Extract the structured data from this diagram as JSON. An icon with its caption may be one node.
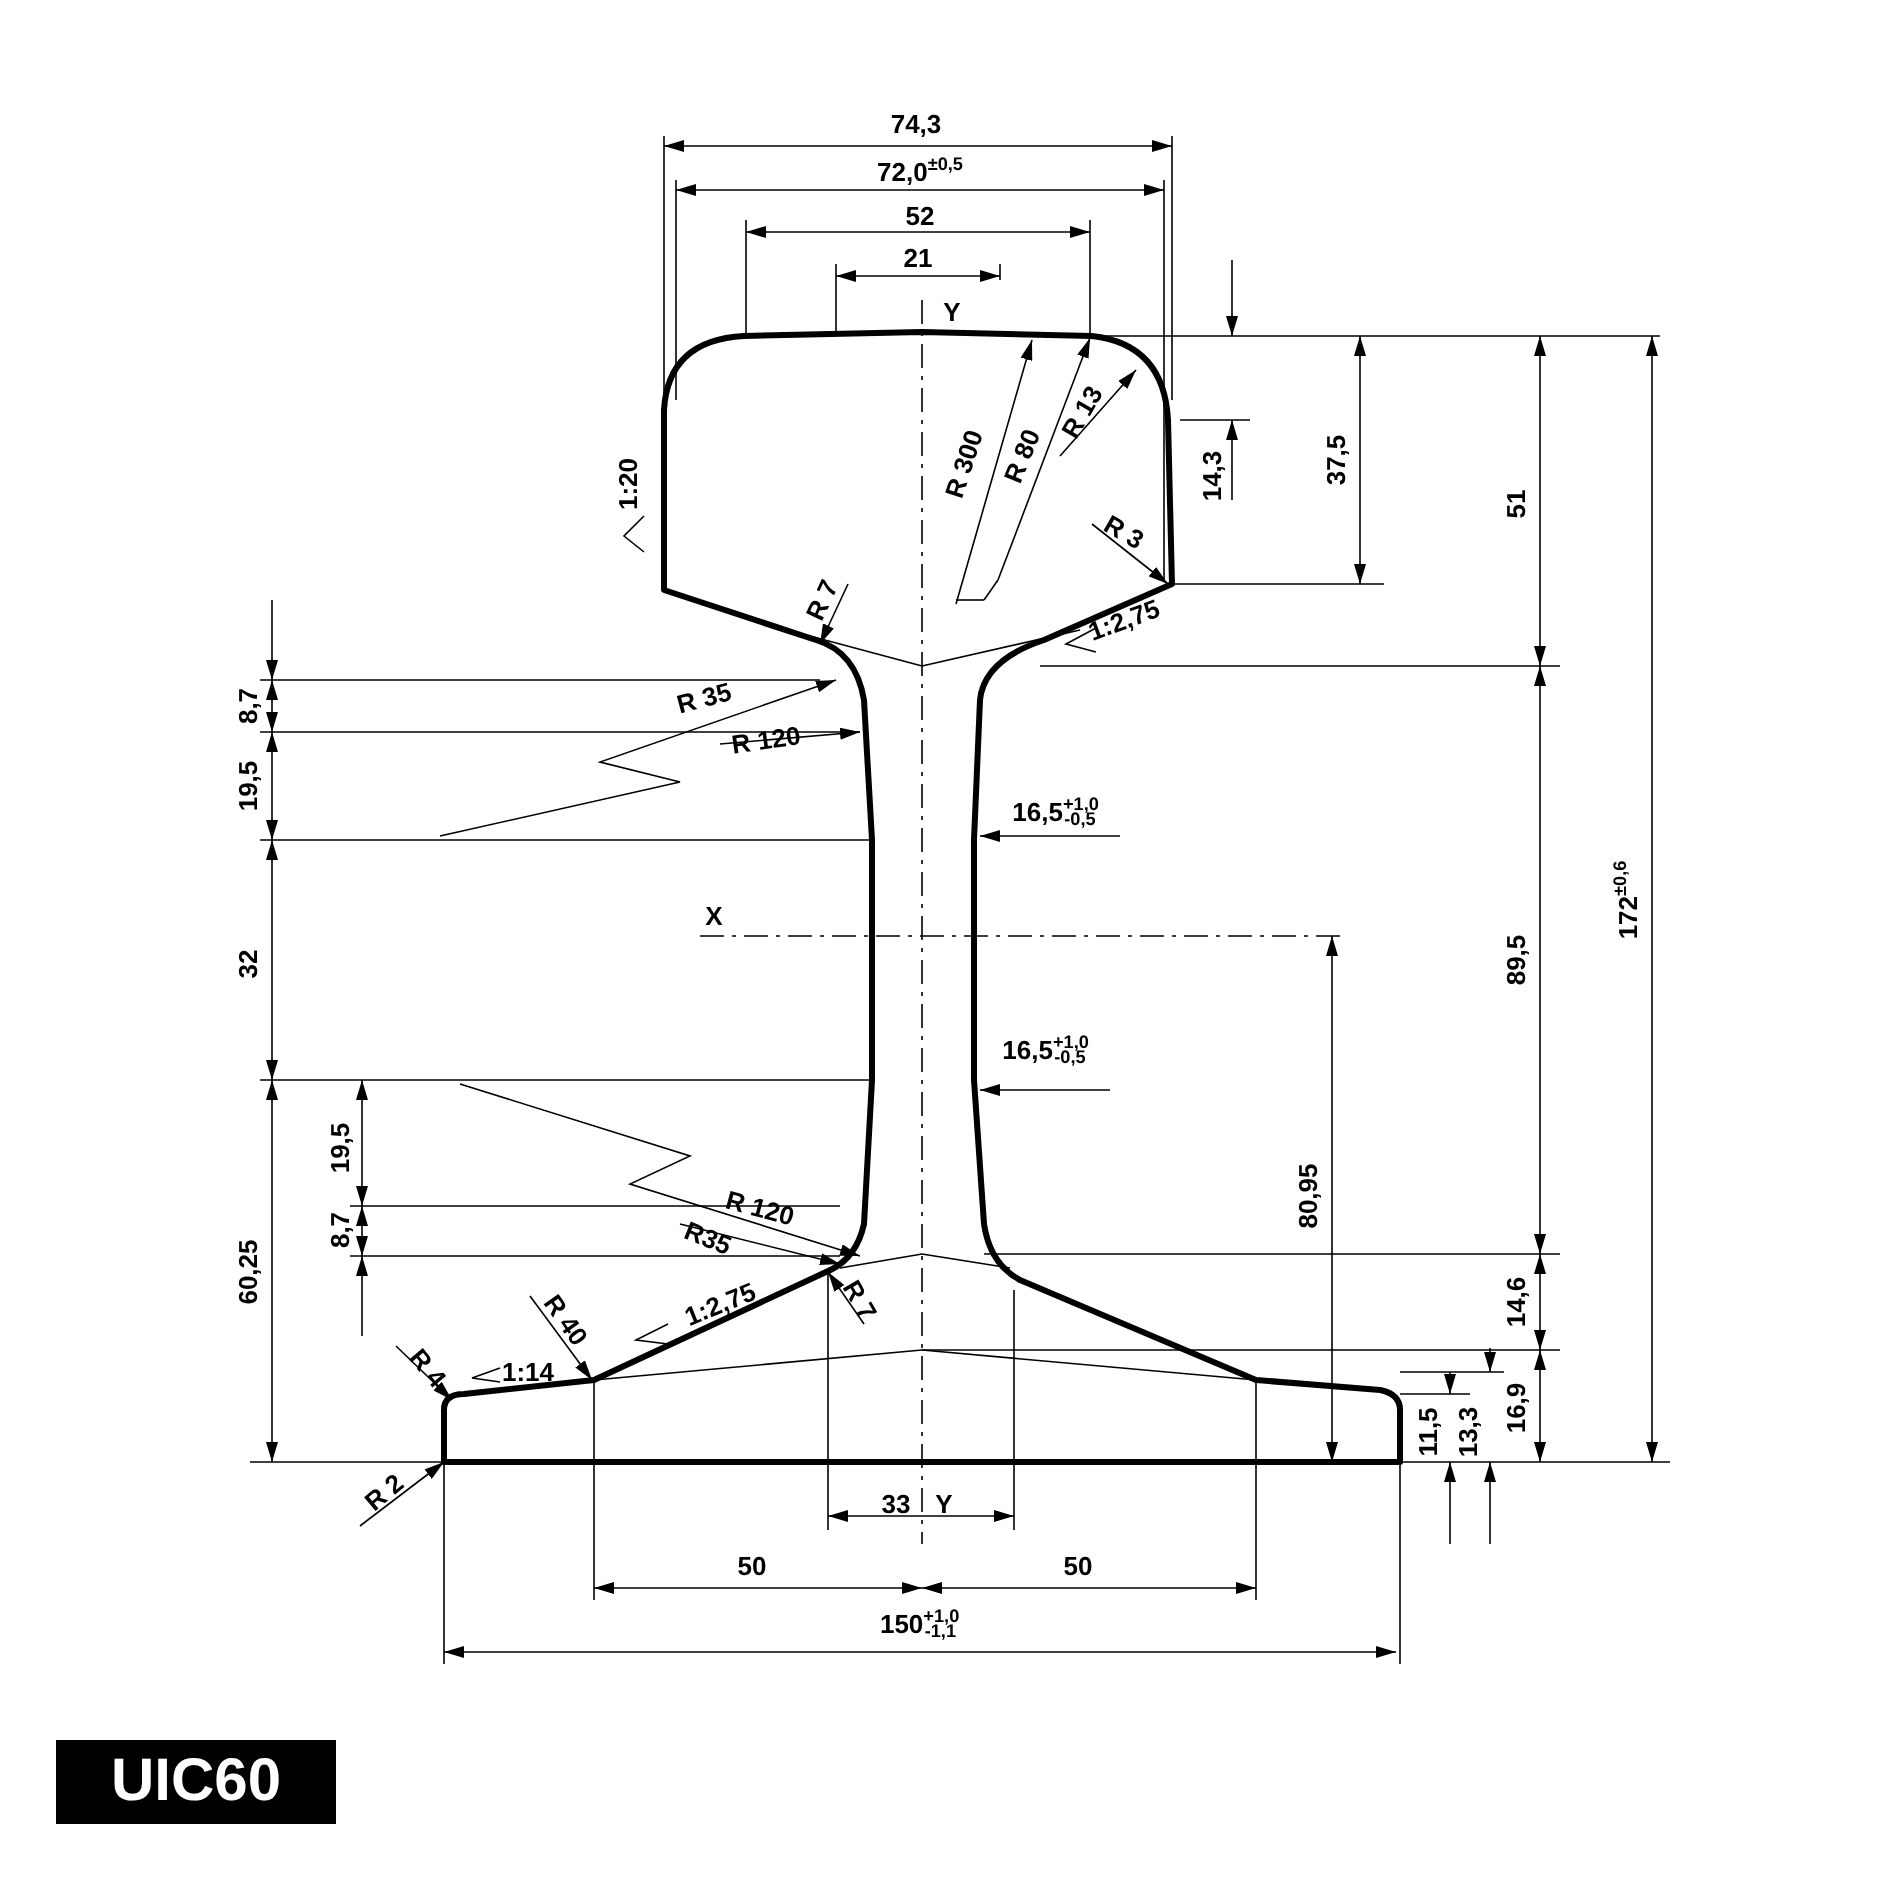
{
  "diagram": {
    "title": "UIC60",
    "labels": [
      "74,3",
      "72,0$^{±0,5}$",
      "52",
      "21",
      "Y",
      "R 300",
      "R 80",
      "R 13",
      "1:20",
      "14,3",
      "37,5",
      "51",
      "172$^{±0,6}$",
      "R 3",
      "R 7",
      "1:2,75",
      "8,7",
      "R 35",
      "R 120",
      "19,5",
      "16,5$^{+1,0}$$_{-0,5}$",
      "X",
      "32",
      "16,5$^{+1,0}$$_{-0,5}$",
      "89,5",
      "80,95",
      "19,5",
      "R 120",
      "8,7",
      "R35",
      "R 7",
      "60,25",
      "R 40",
      "1:2,75",
      "14,6",
      "R 4",
      "1:14",
      "16,9",
      "11,5",
      "13,3",
      "R 2",
      "33",
      "Y",
      "50",
      "50",
      "150$^{+1,0}$$_{-1,1}$"
    ]
  }
}
